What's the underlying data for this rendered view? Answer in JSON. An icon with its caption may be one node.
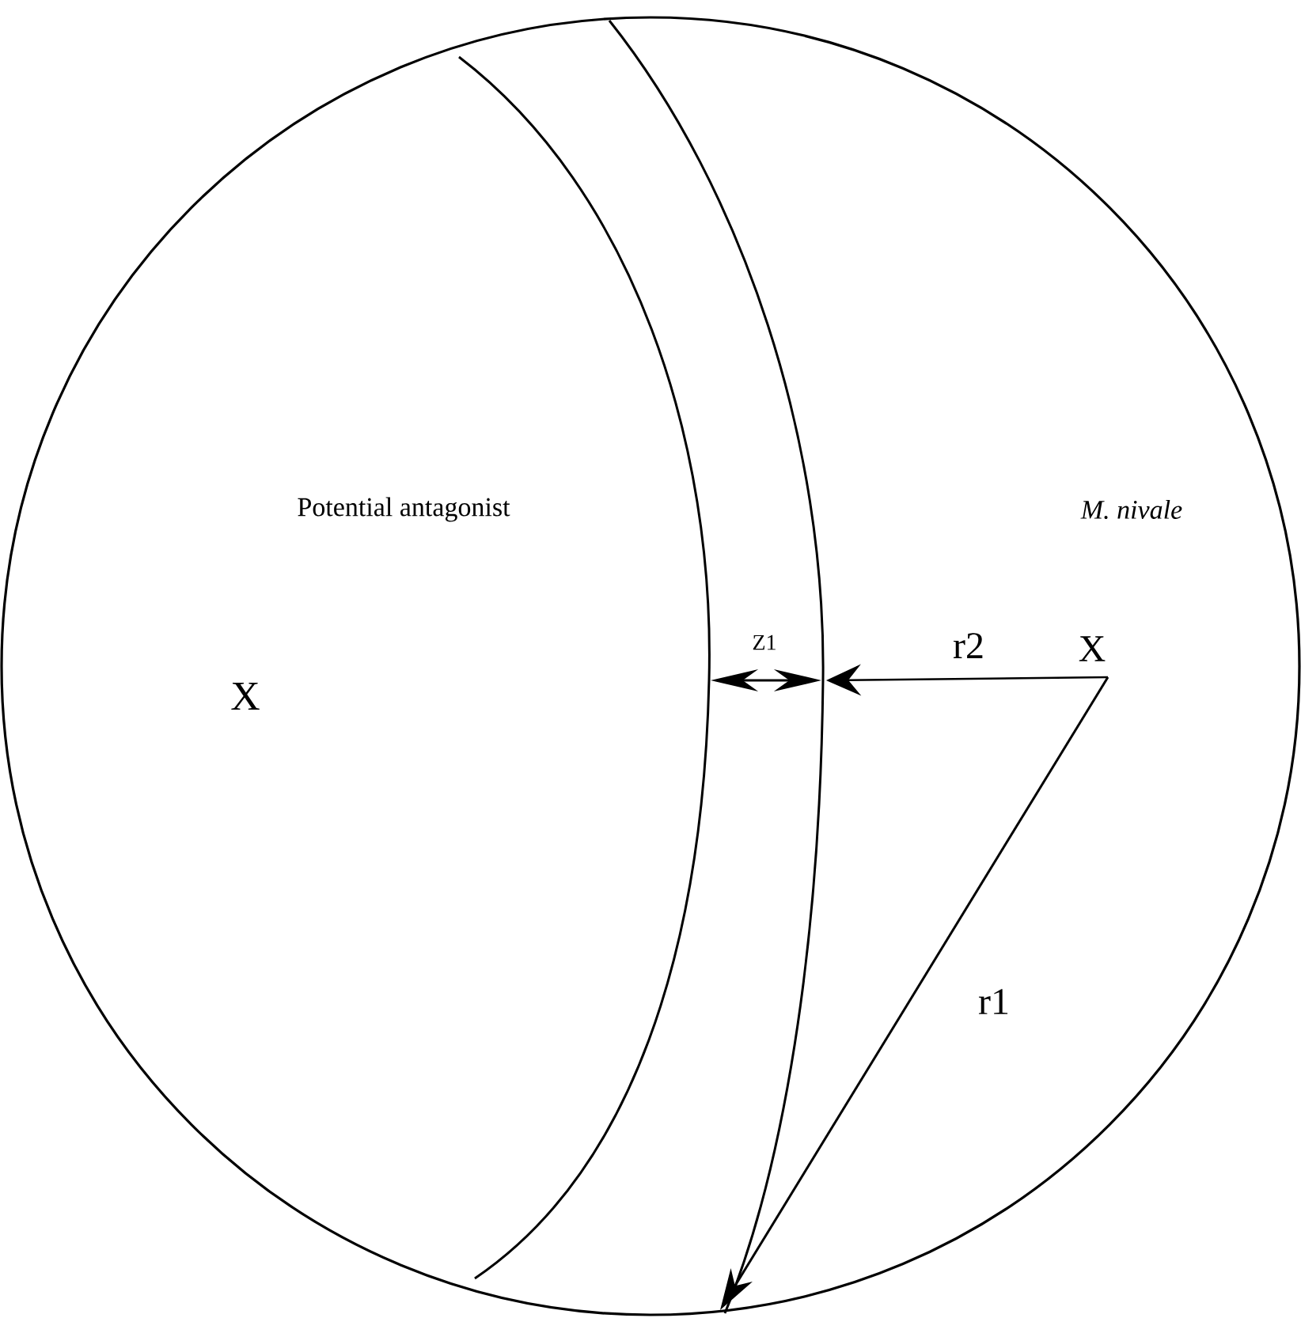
{
  "diagram": {
    "labels": [
      "Potential antagonist",
      "M. nivale",
      "Z1",
      "X",
      "r2",
      "X",
      "r1"
    ]
  }
}
